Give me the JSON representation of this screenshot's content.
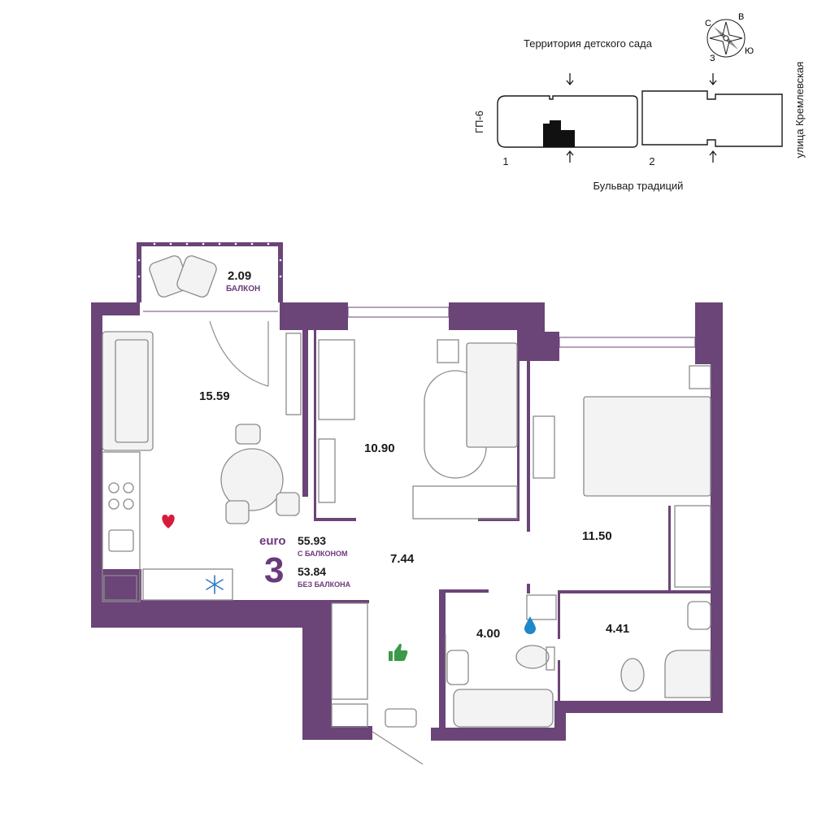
{
  "site_plan": {
    "north_label": "Территория детского сада",
    "south_label": "Бульвар традиций",
    "west_label": "ГП-6",
    "east_label": "улица Кремлевская",
    "section_1": "1",
    "section_2": "2",
    "compass": {
      "c": "С",
      "v": "В",
      "yu": "Ю",
      "z": "З"
    }
  },
  "rooms": {
    "balcony": {
      "area": "2.09",
      "label": "БАЛКОН"
    },
    "kitchen_living": {
      "area": "15.59"
    },
    "bedroom_1": {
      "area": "10.90"
    },
    "hall": {
      "area": "7.44"
    },
    "bedroom_2": {
      "area": "11.50"
    },
    "bathroom": {
      "area": "4.00"
    },
    "wc": {
      "area": "4.41"
    }
  },
  "summary": {
    "type": "euro",
    "rooms_count": "3",
    "area_with_balcony": "55.93",
    "with_balcony_label": "С БАЛКОНОМ",
    "area_without_balcony": "53.84",
    "without_balcony_label": "БЕЗ БАЛКОНА"
  },
  "colors": {
    "wall": "#6b4478",
    "heart": "#d81b3c",
    "water_drop": "#1e88c8",
    "thumb": "#3a9a4a",
    "snowflake": "#2f79c4",
    "accent_text": "#6b3a7a"
  },
  "icons": [
    "compass-icon",
    "heart-icon",
    "snowflake-icon",
    "water-drop-icon",
    "thumbs-up-icon"
  ]
}
